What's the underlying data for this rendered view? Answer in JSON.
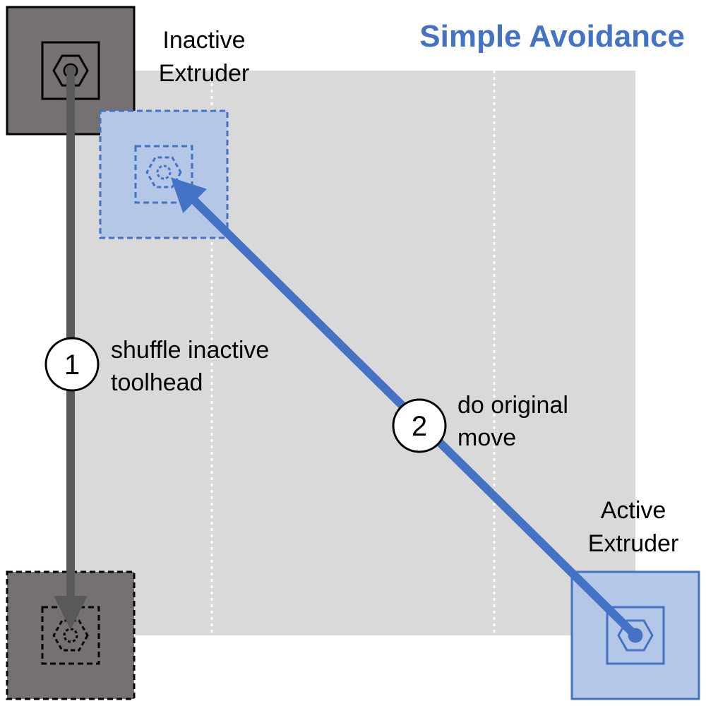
{
  "title": "Simple Avoidance",
  "labels": {
    "inactive_extruder": [
      "Inactive",
      "Extruder"
    ],
    "active_extruder": [
      "Active",
      "Extruder"
    ]
  },
  "steps": [
    {
      "number": "1",
      "text": [
        "shuffle inactive",
        "toolhead"
      ]
    },
    {
      "number": "2",
      "text": [
        "do original",
        "move"
      ]
    }
  ],
  "colors": {
    "blue": "#4472c4",
    "light_blue": "#b4c7e7",
    "dark_gray": "#767171",
    "arrow_gray": "#595959",
    "bed_gray": "#d9d9d9",
    "black": "#000000",
    "white": "#ffffff"
  },
  "icons": {
    "nozzle": "hexagon-nozzle-icon"
  }
}
